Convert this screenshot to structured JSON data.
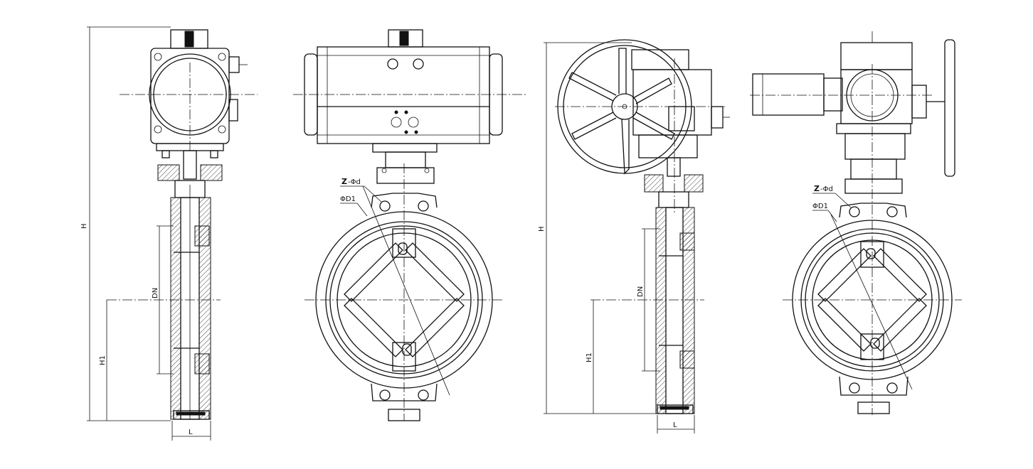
{
  "colors": {
    "line": "#111111",
    "background": "#ffffff"
  },
  "views": [
    {
      "name": "pneumatic-side-view",
      "labels": {
        "height": "H",
        "nominal_diameter": "DN",
        "center_height": "H1",
        "length": "L"
      }
    },
    {
      "name": "pneumatic-front-view",
      "labels": {
        "bolt_holes": "Z",
        "bolt_hole_diameter": "-Φd",
        "bolt_circle": "ΦD1"
      }
    },
    {
      "name": "gear-side-view",
      "labels": {
        "height": "H",
        "nominal_diameter": "DN",
        "center_height": "H1",
        "length": "L"
      }
    },
    {
      "name": "electric-front-view",
      "labels": {
        "bolt_holes": "Z",
        "bolt_hole_diameter": "-Φd",
        "bolt_circle": "ΦD1"
      }
    }
  ]
}
